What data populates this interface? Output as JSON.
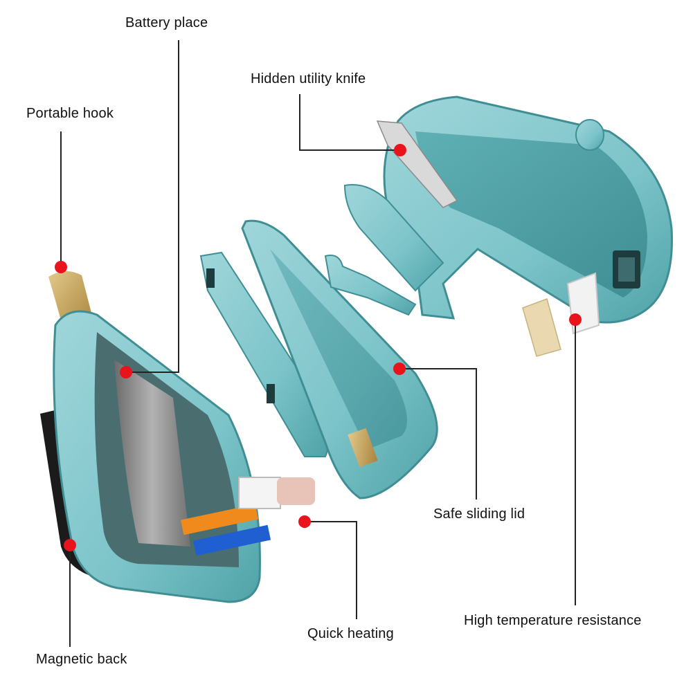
{
  "labels": {
    "battery_place": "Battery place",
    "portable_hook": "Portable hook",
    "hidden_utility_knife": "Hidden utility knife",
    "safe_sliding_lid": "Safe sliding lid",
    "high_temperature_resistance": "High temperature resistance",
    "quick_heating": "Quick heating",
    "magnetic_back": "Magnetic back"
  },
  "colors": {
    "body_teal": "#7cc4c9",
    "body_teal_dark": "#4fa3a8",
    "body_teal_light": "#a9dadd",
    "marker_red": "#e8131b",
    "leader_line": "#222222",
    "hook_gold": "#c8a45a",
    "magnet_black": "#1b1b1b",
    "battery_gray": "#8c8c8c"
  }
}
